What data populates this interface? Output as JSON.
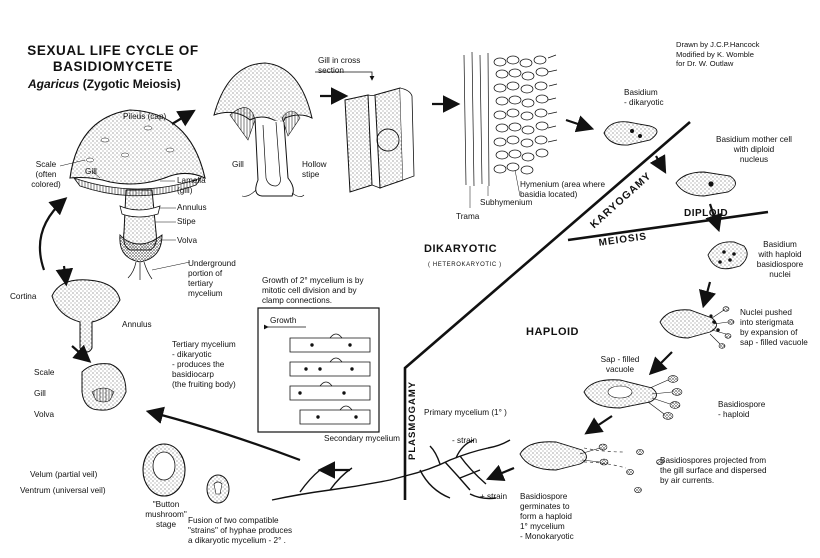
{
  "title": {
    "line1": "SEXUAL LIFE CYCLE OF",
    "line2": "BASIDIOMYCETE",
    "genus": "Agaricus",
    "meiosis": "(Zygotic Meiosis)"
  },
  "credits": {
    "line1": "Drawn by J.C.P.Hancock",
    "line2": "Modified by K. Womble",
    "line3": "for Dr. W. Outlaw"
  },
  "phases": {
    "karyogamy": "KARYOGAMY",
    "diploid": "DIPLOID",
    "meiosis": "MEIOSIS",
    "dikaryotic": "DIKARYOTIC",
    "heterokaryotic": "( HETEROKARYOTIC )",
    "haploid": "HAPLOID",
    "plasmogamy": "PLASMOGAMY"
  },
  "mushroom_labels": {
    "pileus": "Pileus (cap)",
    "scale1": "Scale",
    "scale2": "(often",
    "scale3": "colored)",
    "gill": "Gill",
    "lamella1": "Lamella",
    "lamella2": "(gill)",
    "annulus": "Annulus",
    "stipe": "Stipe",
    "volva": "Volva",
    "under1": "Underground",
    "under2": "portion of",
    "under3": "tertiary",
    "under4": "mycelium"
  },
  "section_labels": {
    "gill_lbl": "Gill",
    "hollow1": "Hollow",
    "hollow2": "stipe",
    "cross1": "Gill in cross",
    "cross2": "section",
    "trama": "Trama",
    "subhymenium": "Subhymenium",
    "hymenium1": "Hymenium (area where",
    "hymenium2": "basidia located)"
  },
  "basidium_labels": {
    "b1_1": "Basidium",
    "b1_2": "- dikaryotic",
    "b2_1": "Basidium mother cell",
    "b2_2": "with diploid",
    "b2_3": "nucleus",
    "b3_1": "Basidium",
    "b3_2": "with haploid",
    "b3_3": "basidiospore",
    "b3_4": "nuclei",
    "b4_1": "Nuclei pushed",
    "b4_2": "into sterigmata",
    "b4_3": "by expansion of",
    "b4_4": "sap - filled vacuole",
    "sap1": "Sap - filled",
    "sap2": "vacuole",
    "bs1": "Basidiospore",
    "bs2": "- haploid",
    "proj1": "Basidiospores projected from",
    "proj2": "the gill surface and dispersed",
    "proj3": "by air currents."
  },
  "mycelium_labels": {
    "growth1": "Growth of 2° mycelium is by",
    "growth2": "mitotic cell division and by",
    "growth3": "clamp connections.",
    "growth_arrow": "Growth",
    "tert1": "Tertiary mycelium",
    "tert2": "- dikaryotic",
    "tert3": "- produces the",
    "tert4": "basidiocarp",
    "tert5": "(the fruiting body)",
    "secondary": "Secondary mycelium",
    "primary": "Primary mycelium (1° )",
    "minus_strain": "- strain",
    "plus_strain": "+ strain",
    "germ1": "Basidiospore",
    "germ2": "germinates to",
    "germ3": "form a haploid",
    "germ4": "1° mycelium",
    "germ5": "- Monokaryotic",
    "fusion1": "Fusion of two compatible",
    "fusion2": "\"strains\" of hyphae produces",
    "fusion3": "a dikaryotic mycelium - 2° ."
  },
  "button_labels": {
    "cortina": "Cortina",
    "annulus": "Annulus",
    "scale": "Scale",
    "gill": "Gill",
    "volva": "Volva",
    "velum": "Velum   (partial veil)",
    "ventrum": "Ventrum   (universal veil)",
    "stage1": "\"Button",
    "stage2": "mushroom\"",
    "stage3": "stage"
  }
}
